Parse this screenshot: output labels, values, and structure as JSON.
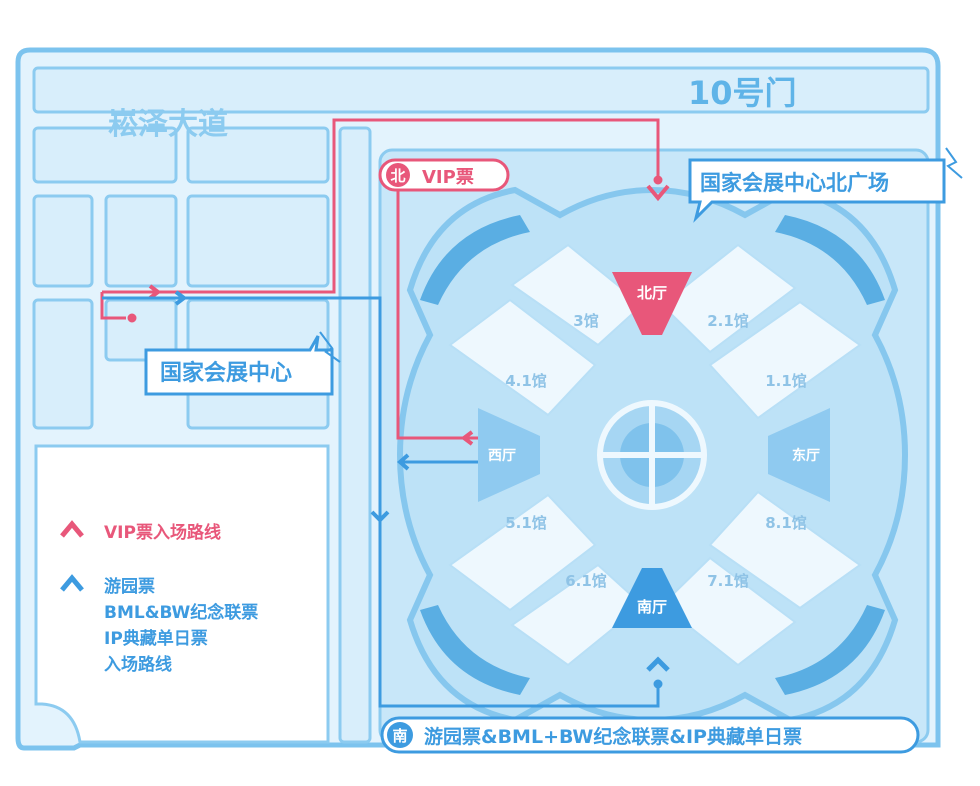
{
  "map": {
    "gate_label": "10号门",
    "road_label": "崧泽大道",
    "north_plaza_label": "国家会展中心北广场",
    "center_label": "国家会展中心",
    "halls": {
      "h3": "3馆",
      "h21": "2.1馆",
      "h41": "4.1馆",
      "h11": "1.1馆",
      "h51": "5.1馆",
      "h81": "8.1馆",
      "h61": "6.1馆",
      "h71": "7.1馆"
    },
    "lobbies": {
      "north": "北厅",
      "south": "南厅",
      "west": "西厅",
      "east": "东厅"
    },
    "north_entrance": {
      "badge": "北",
      "label": "VIP票"
    },
    "south_entrance": {
      "badge": "南",
      "label": "游园票&BML+BW纪念联票&IP典藏单日票"
    }
  },
  "legend": {
    "vip": {
      "label": "VIP票入场路线",
      "color": "#e8577a"
    },
    "general": {
      "lines": [
        "游园票",
        "BML&BW纪念联票",
        "IP典藏单日票",
        "入场路线"
      ],
      "color": "#3d9be0"
    }
  },
  "colors": {
    "outline": "#7cc3ee",
    "block_fill": "#dff1fc",
    "venue_fill": "#bfe3f8",
    "hall_fill": "#eef8fe",
    "pink": "#e8577a",
    "blue": "#3d9be0"
  }
}
